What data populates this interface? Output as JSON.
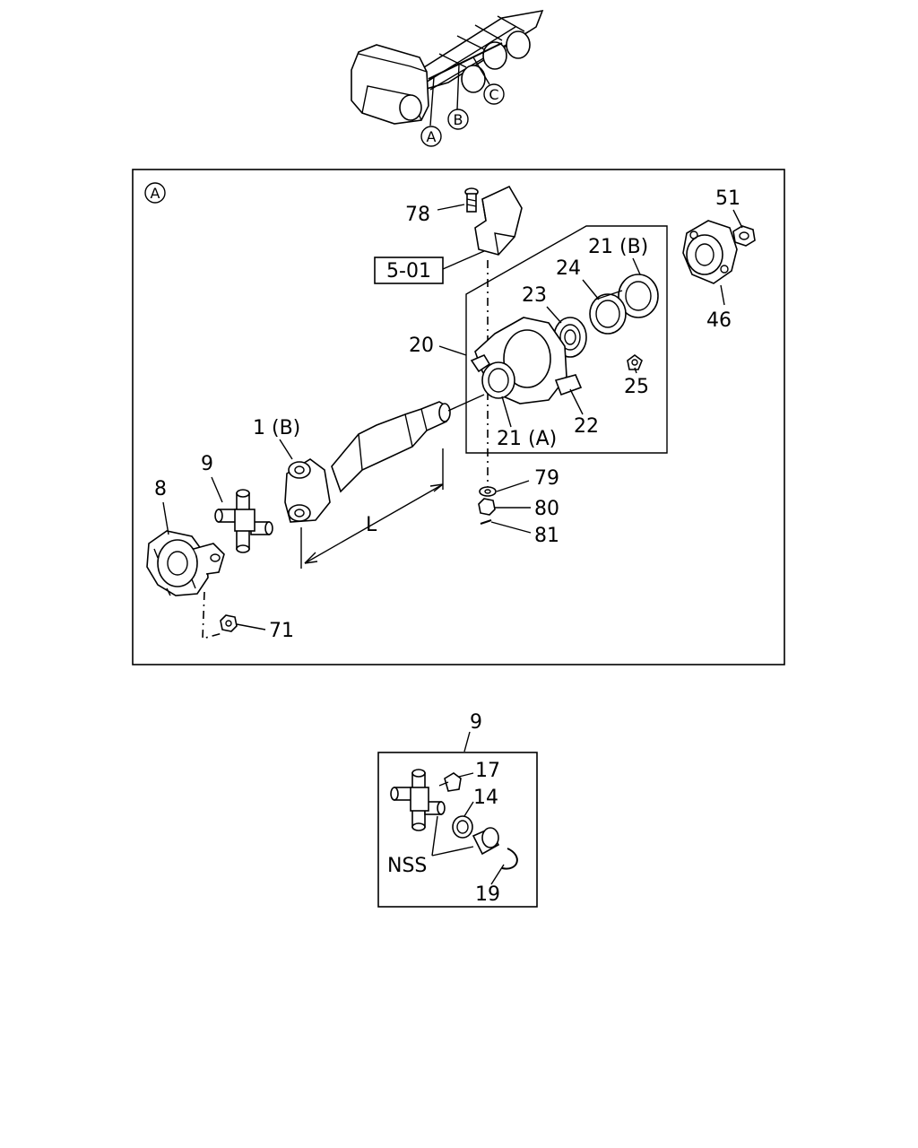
{
  "locators": {
    "a": "A",
    "b": "B",
    "c": "C"
  },
  "main_panel": {
    "corner_label": "A",
    "reference_box": "5-01",
    "dimension_label": "L",
    "callouts": {
      "p78": "78",
      "p51": "51",
      "p21b": "21 (B)",
      "p24": "24",
      "p23": "23",
      "p20": "20",
      "p46": "46",
      "p25": "25",
      "p22": "22",
      "p21a": "21 (A)",
      "p1b": "1 (B)",
      "p9": "9",
      "p8": "8",
      "p79": "79",
      "p80": "80",
      "p81": "81",
      "p71": "71"
    }
  },
  "detail_panel": {
    "title": "9",
    "callouts": {
      "p17": "17",
      "p14": "14",
      "nss": "NSS",
      "p19": "19"
    }
  }
}
